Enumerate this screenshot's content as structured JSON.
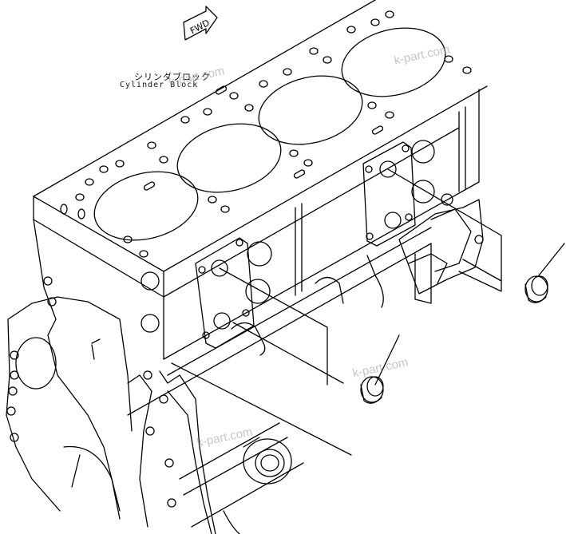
{
  "labels": {
    "fwd_arrow": "FWD",
    "part_name_jp": "シリンダブロック",
    "part_name_en": "Cylinder Block"
  },
  "watermarks": [
    "k-part.com",
    "k-part.com",
    "k-part.com",
    "k-part.com"
  ],
  "colors": {
    "line": "#000000",
    "watermark": "#9a9a9a",
    "background": "#ffffff"
  }
}
